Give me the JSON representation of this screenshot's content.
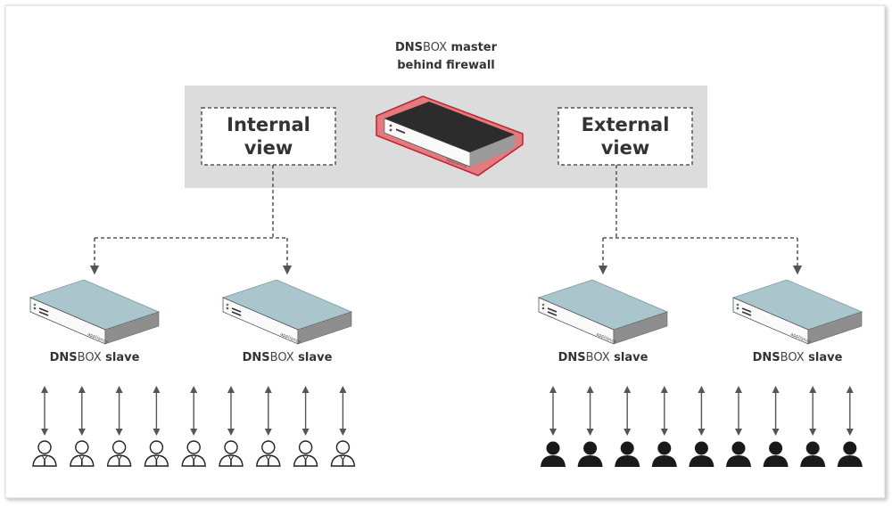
{
  "master": {
    "brand_bold": "DNS",
    "brand_light": "BOX",
    "suffix": " master",
    "line2": "behind firewall"
  },
  "views": {
    "internal": {
      "line1": "Internal",
      "line2": "view"
    },
    "external": {
      "line1": "External",
      "line2": "view"
    }
  },
  "slaves": [
    {
      "brand_bold": "DNS",
      "brand_light": "BOX",
      "suffix": " slave"
    },
    {
      "brand_bold": "DNS",
      "brand_light": "BOX",
      "suffix": " slave"
    },
    {
      "brand_bold": "DNS",
      "brand_light": "BOX",
      "suffix": " slave"
    },
    {
      "brand_bold": "DNS",
      "brand_light": "BOX",
      "suffix": " slave"
    }
  ],
  "device_logo": "appliance",
  "users": {
    "internal_count": 9,
    "external_count": 9,
    "internal_style": "outline-user-icon",
    "external_style": "filled-user-icon"
  },
  "colors": {
    "firewall_zone": "#dcdcdc",
    "master_halo": "#e07b80",
    "master_halo_stroke": "#c0202c",
    "slave_top": "#aac5cc",
    "device_dark": "#2c2c2c",
    "connector": "#555555",
    "user_fill": "#1a1a1a"
  }
}
